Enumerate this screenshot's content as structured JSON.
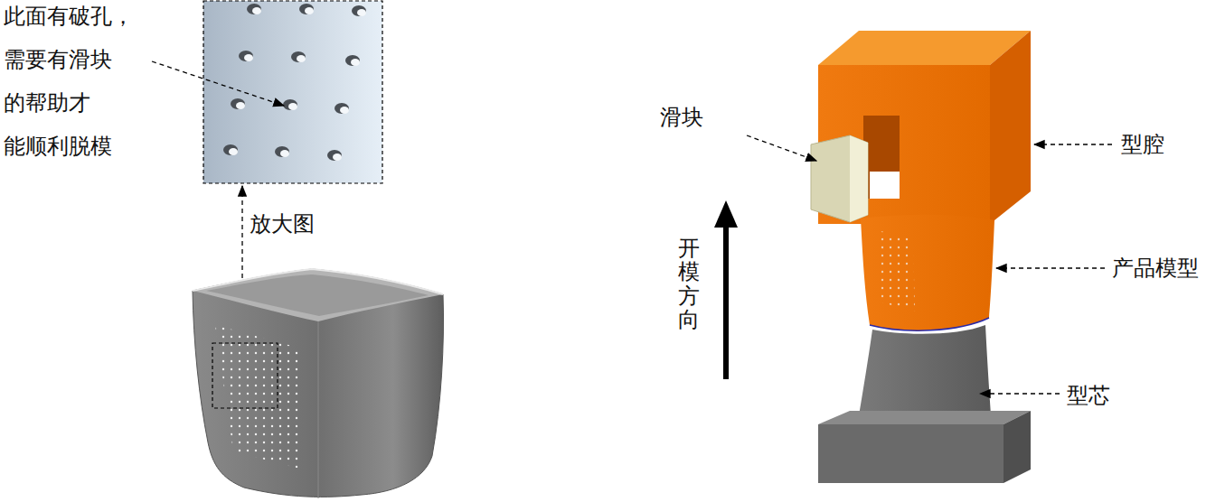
{
  "diagram": {
    "labels": [
      "此面有破孔， 需要有滑块 的帮助才 能顺利脱模",
      "滑块",
      "型腔",
      "放大图",
      "开模方向",
      "产品模型",
      "型芯"
    ]
  }
}
